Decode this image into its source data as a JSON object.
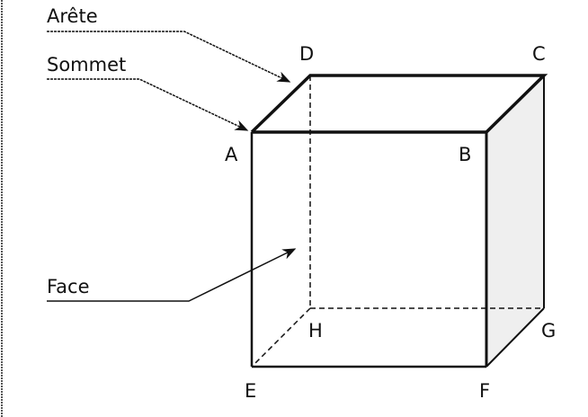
{
  "labels": {
    "edge": "Arête",
    "vertex": "Sommet",
    "face": "Face"
  },
  "vertices": {
    "A": "A",
    "B": "B",
    "C": "C",
    "D": "D",
    "E": "E",
    "F": "F",
    "G": "G",
    "H": "H"
  },
  "colors": {
    "ink": "#111111",
    "shade": "#dcdcdc"
  }
}
